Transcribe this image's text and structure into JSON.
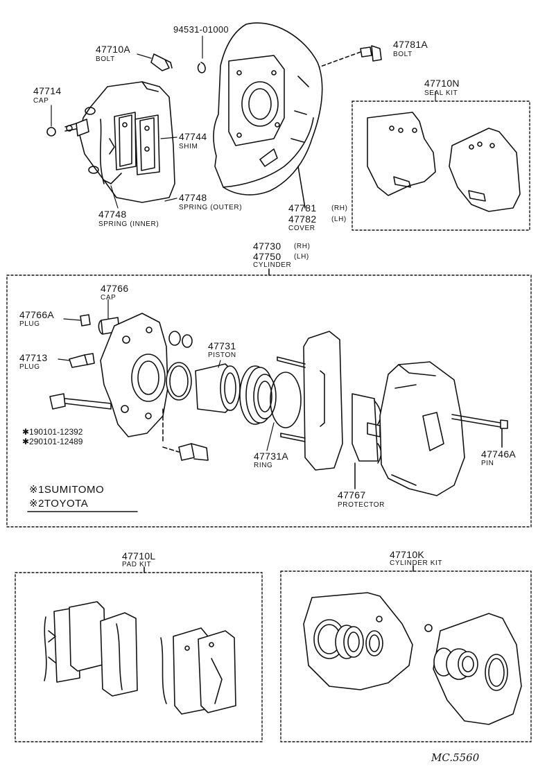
{
  "top": {
    "p_94531": "94531-01000",
    "p_47710A": "47710A",
    "p_47710A_sub": "BOLT",
    "p_47714": "47714",
    "p_47714_sub": "CAP",
    "p_47744": "47744",
    "p_47744_sub": "SHIM",
    "p_47748o": "47748",
    "p_47748o_sub": "SPRING (OUTER)",
    "p_47748i": "47748",
    "p_47748i_sub": "SPRING (INNER)",
    "p_47781A": "47781A",
    "p_47781A_sub": "BOLT",
    "p_47781": "47781",
    "p_47781_side": "(RH)",
    "p_47782": "47782",
    "p_47782_side": "(LH)",
    "p_47782_sub": "COVER",
    "p_47710N": "47710N",
    "p_47710N_sub": "SEAL KIT"
  },
  "cylinder": {
    "p_47730": "47730",
    "p_47730_side": "(RH)",
    "p_47750": "47750",
    "p_47750_side": "(LH)",
    "p_47750_sub": "CYLINDER",
    "p_47766": "47766",
    "p_47766_sub": "CAP",
    "p_47766A": "47766A",
    "p_47766A_sub": "PLUG",
    "p_47713": "47713",
    "p_47713_sub": "PLUG",
    "p_47731": "47731",
    "p_47731_sub": "PISTON",
    "p_47731A": "47731A",
    "p_47731A_sub": "RING",
    "p_47767": "47767",
    "p_47767_sub": "PROTECTOR",
    "p_47746A": "47746A",
    "p_47746A_sub": "PIN",
    "bolt1": "✱190101-12392",
    "bolt2": "✱290101-12489",
    "note1": "※1SUMITOMO",
    "note2": "※2TOYOTA"
  },
  "kits": {
    "p_47710L": "47710L",
    "p_47710L_sub": "PAD KIT",
    "p_47710K": "47710K",
    "p_47710K_sub": "CYLINDER KIT"
  },
  "footer": {
    "code": "MC.5560"
  },
  "colors": {
    "ink": "#111111",
    "paper": "#ffffff"
  }
}
